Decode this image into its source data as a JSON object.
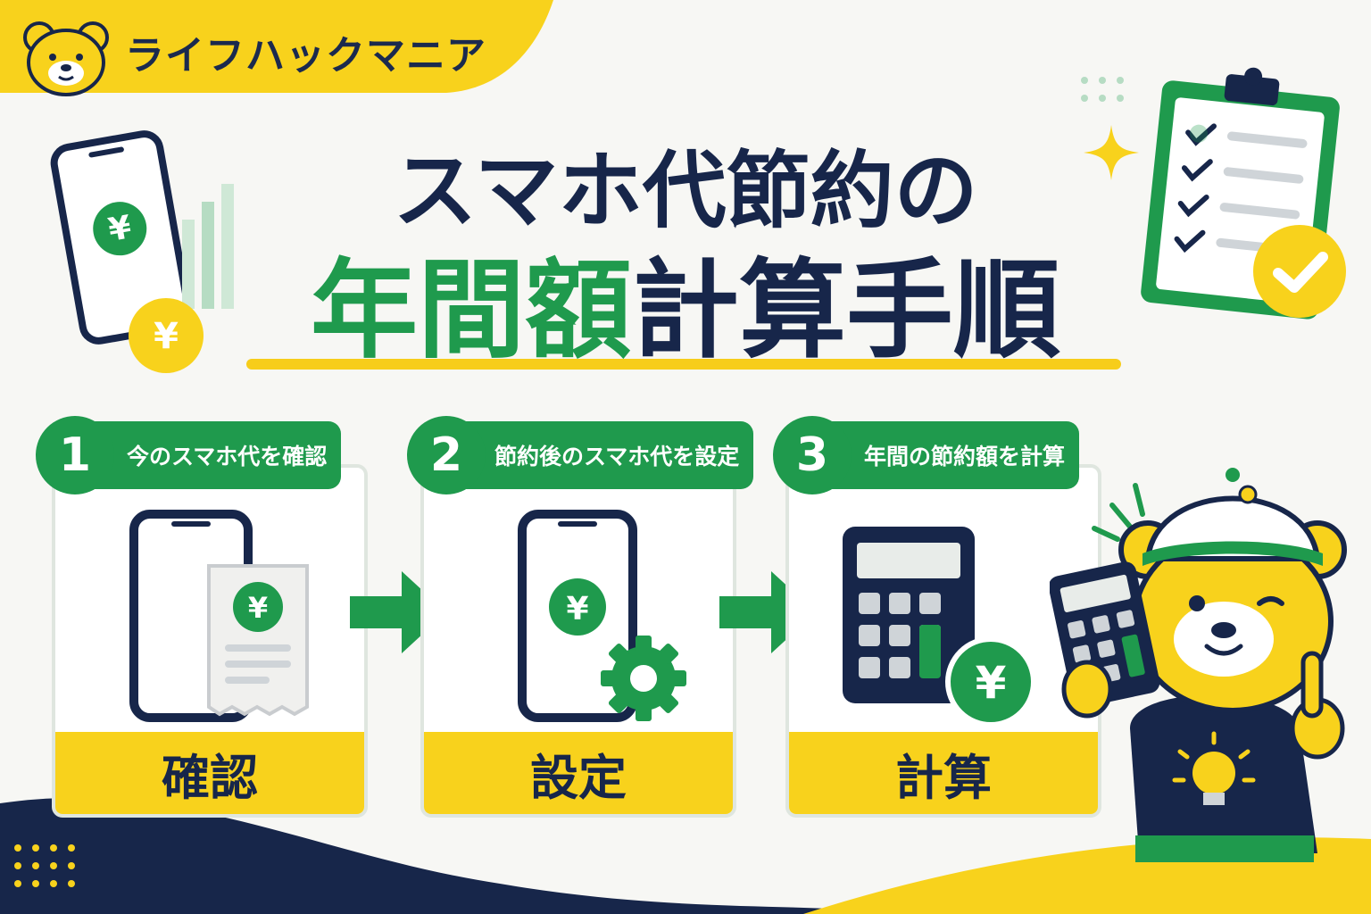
{
  "brand": {
    "name": "ライフハックマニア"
  },
  "title": {
    "line1": "スマホ代節約の",
    "line2_highlight": "年間額",
    "line2_rest": "計算手順"
  },
  "steps": [
    {
      "number": "1",
      "heading": "今のスマホ代を確認",
      "label": "確認"
    },
    {
      "number": "2",
      "heading": "節約後のスマホ代を設定",
      "label": "設定"
    },
    {
      "number": "3",
      "heading": "年間の節約額を計算",
      "label": "計算"
    }
  ],
  "icons": {
    "yen": "¥",
    "names": [
      "bear-logo-icon",
      "phone-yen-icon",
      "yen-coin-icon",
      "bar-chart-icon",
      "sparkle-icon",
      "clipboard-checklist-icon",
      "check-badge-icon",
      "phone-icon",
      "receipt-icon",
      "gear-icon",
      "calculator-icon",
      "arrow-right-icon",
      "bear-mascot-icon"
    ]
  },
  "colors": {
    "green": "#1f9a4d",
    "yellow": "#f8d21c",
    "navy": "#17264a",
    "background": "#f7f7f4"
  }
}
